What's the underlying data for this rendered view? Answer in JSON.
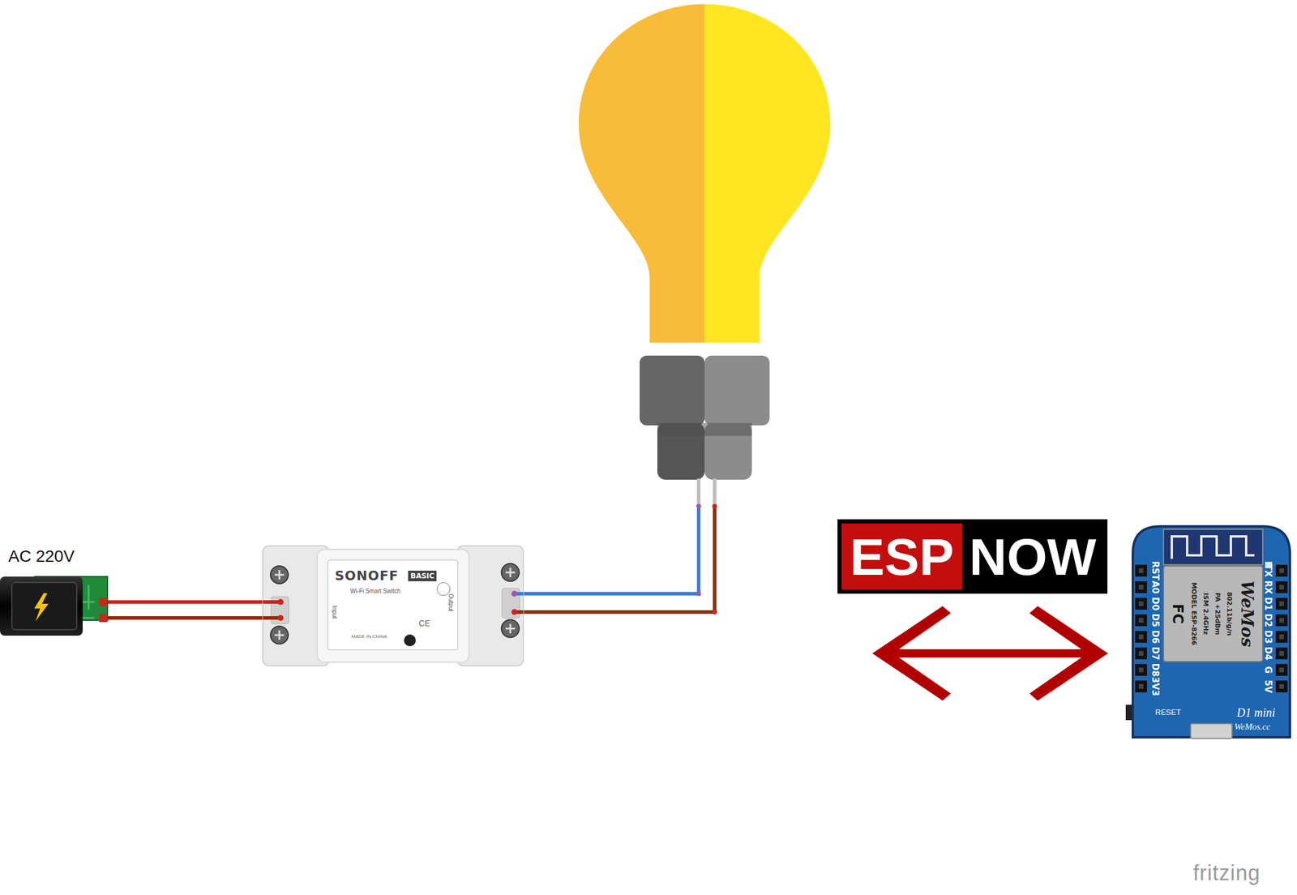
{
  "diagram": {
    "nodes": [
      {
        "text": [
          "AC 220V"
        ]
      },
      {
        "text": [
          "SONOFF",
          "BASIC",
          "Wi-Fi Smart Switch",
          "Input",
          "Output",
          "CE",
          "MADE IN CHINA"
        ]
      },
      {
        "text": [
          "ESP",
          "NOW"
        ]
      },
      {
        "text": [
          "RST",
          "A0",
          "D0",
          "D5",
          "D6",
          "D7",
          "D8",
          "3V3",
          "TX",
          "RX",
          "D1",
          "D2",
          "D3",
          "D4",
          "G",
          "5V",
          "RESET",
          "D1 mini",
          "WeMos.cc"
        ]
      },
      {
        "text": [
          "FC",
          "MODEL ESP-8266",
          "ISM 2.4GHz",
          "PA +25dBm",
          "802.11b/g/n",
          "WeMos"
        ],
        "in": 3
      }
    ],
    "edges": [
      {
        "from": 0,
        "to": 1,
        "arrow": "none"
      },
      {
        "from": 0,
        "to": 1,
        "arrow": "none"
      }
    ],
    "labels": [
      "fritzing"
    ]
  }
}
